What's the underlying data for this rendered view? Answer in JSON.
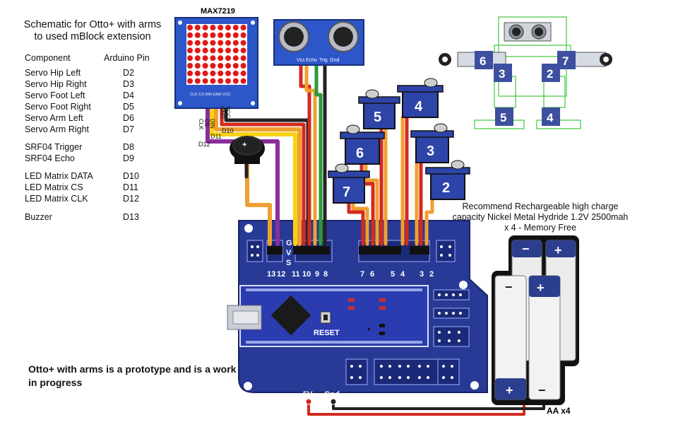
{
  "title_line1": "Schematic for Otto+ with arms",
  "title_line2": "to used mBlock extension",
  "table_header": {
    "component": "Component",
    "pin": "Arduino Pin"
  },
  "connections": [
    {
      "component": "Servo Hip Left",
      "pin": "D2"
    },
    {
      "component": "Servo Hip Right",
      "pin": "D3"
    },
    {
      "component": "Servo Foot Left",
      "pin": "D4"
    },
    {
      "component": "Servo Foot Right",
      "pin": "D5"
    },
    {
      "component": "Servo Arm Left",
      "pin": "D6"
    },
    {
      "component": "Servo Arm Right",
      "pin": "D7"
    },
    {
      "component": "SRF04 Trigger",
      "pin": "D8"
    },
    {
      "component": "SRF04 Echo",
      "pin": "D9"
    },
    {
      "component": "LED Matrix DATA",
      "pin": "D10"
    },
    {
      "component": "LED Matrix CS",
      "pin": "D11"
    },
    {
      "component": "LED Matrix CLK",
      "pin": "D12"
    },
    {
      "component": "Buzzer",
      "pin": "D13"
    }
  ],
  "matrix_label": "MAX7219",
  "matrix_header": "CLK CS DIN GND VCC",
  "matrix_pins": [
    "CLK",
    "CS",
    "DIN",
    "GND",
    "VCC"
  ],
  "wire_labels": [
    "D10",
    "D11",
    "D12"
  ],
  "sensor_pins": [
    "Vcc",
    "Echo",
    "Trig",
    "Gnd"
  ],
  "servos": [
    "5",
    "4",
    "6",
    "3",
    "7",
    "2"
  ],
  "robot_labels": [
    "6",
    "7",
    "3",
    "2",
    "5",
    "4"
  ],
  "shield_header": [
    "G",
    "V",
    "S"
  ],
  "pin_numbers": [
    "13",
    "12",
    "11",
    "10",
    "9",
    "8",
    "7",
    "6",
    "5",
    "4",
    "3",
    "2"
  ],
  "reset_label": "RESET",
  "power_labels": {
    "v5": "5V",
    "gnd": "Gnd"
  },
  "battery_note": "Recommend Rechargeable high charge capacity Nickel Metal Hydride 1.2V 2500mah x 4 - Memory Free",
  "battery_count": "AA x4",
  "plus": "+",
  "minus": "−",
  "footnote": "Otto+ with arms is a prototype and is a work in progress",
  "colors": {
    "board": "#283a96",
    "servo": "#2d44a8",
    "wire_orange": "#f0a030",
    "wire_purple": "#8a2e9a",
    "wire_yellow": "#f7d116",
    "wire_red": "#d42a1e",
    "wire_green": "#2b9b3a",
    "robot_outline": "#3fc93f"
  }
}
